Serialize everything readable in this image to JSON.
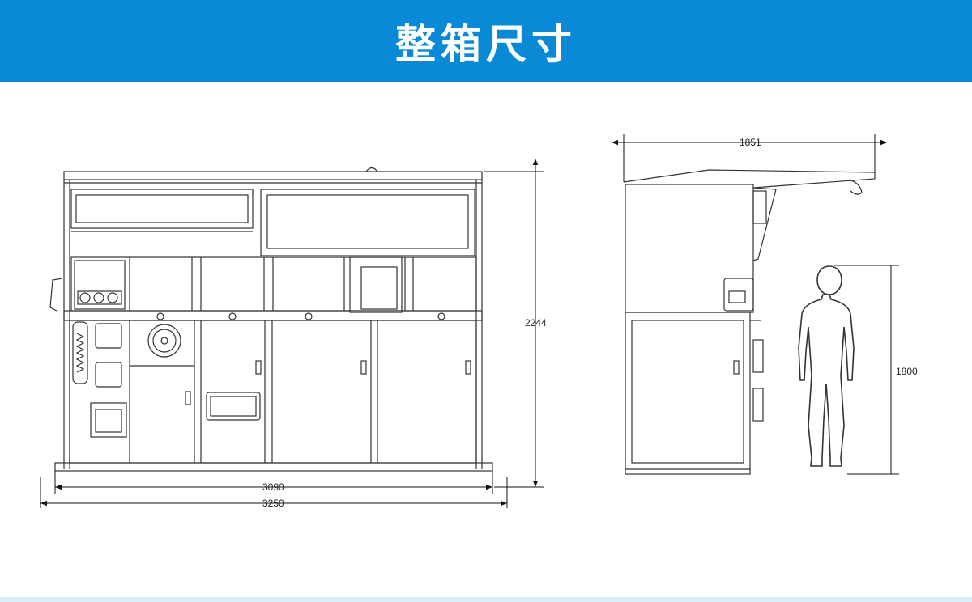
{
  "header": {
    "title": "整箱尺寸",
    "color": "#0a8ad6"
  },
  "dimensions": {
    "front_height": "2244",
    "inner_width": "3090",
    "overall_width": "3250",
    "side_depth": "1851",
    "person_height": "1800"
  }
}
